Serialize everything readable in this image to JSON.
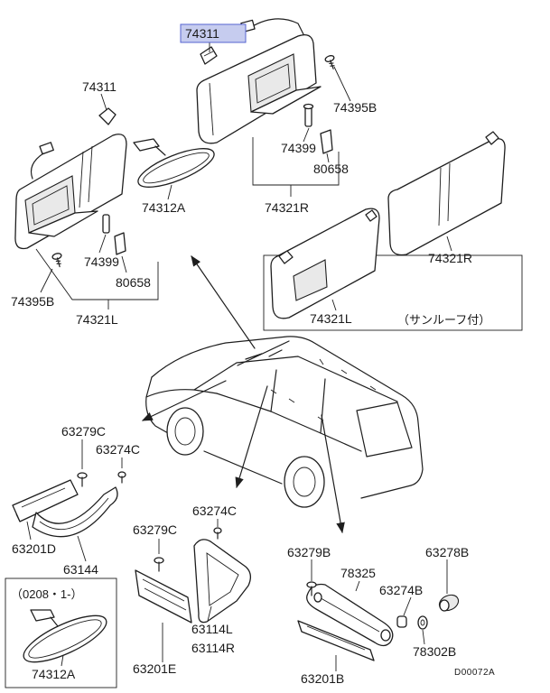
{
  "diagram": {
    "id_code": "D00072A",
    "colors": {
      "highlight_fill": "#c6ccef",
      "highlight_border": "#5563d0",
      "line": "#1e1e1e",
      "background": "#ffffff"
    },
    "sun_visor_right": {
      "clip_selected": "74311",
      "screw": "74395B",
      "pin": "74399",
      "holder": "80658",
      "assembly": "74321R"
    },
    "sun_visor_left": {
      "clip": "74311",
      "pin": "74399",
      "holder": "80658",
      "screw": "74395B",
      "assembly": "74321L"
    },
    "inner_mirror": "74312A",
    "sunroof_visors": {
      "right": "74321R",
      "left": "74321L",
      "note": "（サンルーフ付）"
    },
    "front_grip": {
      "screw": "63279C",
      "cap": "63274C",
      "bracket": "63201D",
      "handle": "63144"
    },
    "side_grip": {
      "cap": "63274C",
      "screw": "63279C",
      "handle_left": "63114L",
      "handle_right": "63114R",
      "bracket": "63201E"
    },
    "rear_grip": {
      "screw": "63279B",
      "lamp": "78325",
      "socket": "63278B",
      "cap": "63274B",
      "lens": "78302B",
      "bracket": "63201B"
    },
    "mirror_variant": {
      "period": "（0208・1-）",
      "mirror": "74312A"
    }
  }
}
